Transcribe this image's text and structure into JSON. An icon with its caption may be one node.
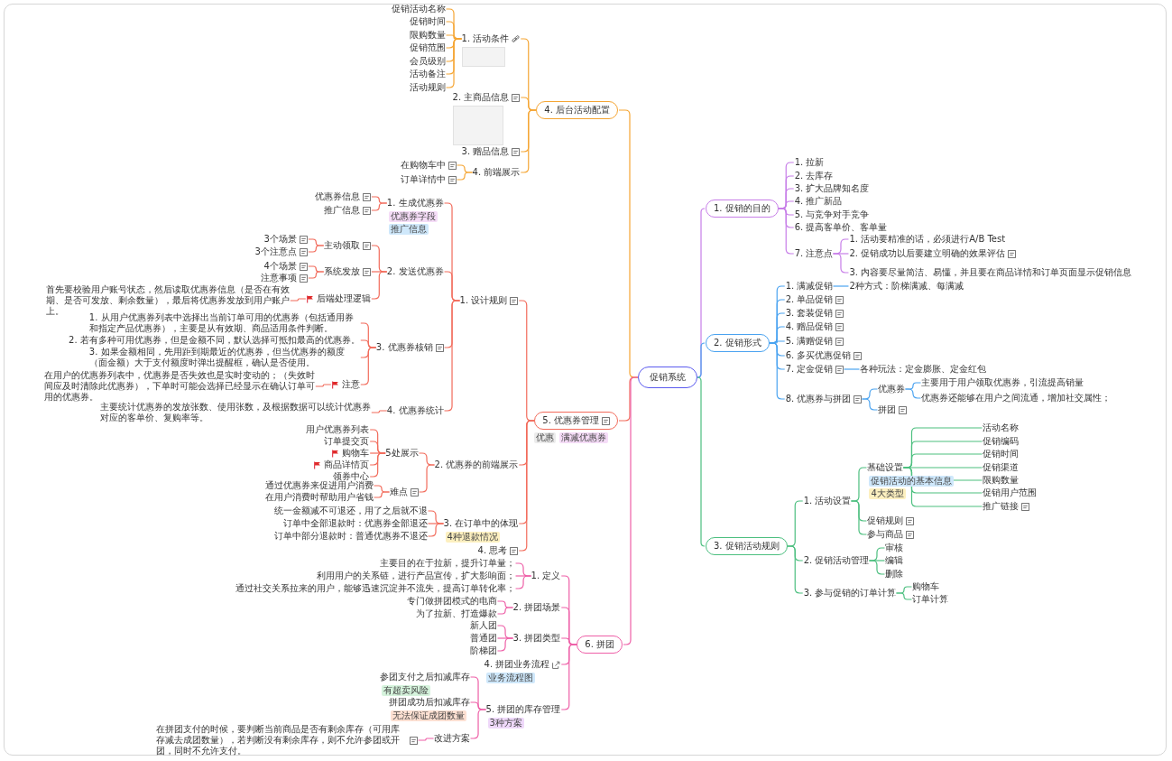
{
  "diagram": {
    "nodes": [
      {
        "text": [
          "促销系统"
        ]
      },
      {
        "text": [
          "1. 促销的目的"
        ]
      },
      {
        "text": [
          "1. 拉新"
        ]
      },
      {
        "text": [
          "2. 去库存"
        ]
      },
      {
        "text": [
          "3. 扩大品牌知名度"
        ]
      },
      {
        "text": [
          "4. 推广新品"
        ]
      },
      {
        "text": [
          "5. 与竞争对手竞争"
        ]
      },
      {
        "text": [
          "6. 提高客单价、客单量"
        ]
      },
      {
        "text": [
          "7. 注意点"
        ]
      },
      {
        "text": [
          "1. 活动要精准的话，必须进行A/B Test"
        ]
      },
      {
        "text": [
          "2. 促销成功以后要建立明确的效果评估"
        ]
      },
      {
        "text": [
          "3. 内容要尽量简洁、易懂，并且要在商品详情和订单页面显示促销信息"
        ]
      },
      {
        "text": [
          "2. 促销形式"
        ]
      },
      {
        "text": [
          "1. 满减促销"
        ]
      },
      {
        "text": [
          "2种方式：阶梯满减、每满减"
        ]
      },
      {
        "text": [
          "2. 单品促销"
        ]
      },
      {
        "text": [
          "3. 套装促销"
        ]
      },
      {
        "text": [
          "4. 赠品促销"
        ]
      },
      {
        "text": [
          "5. 满赠促销"
        ]
      },
      {
        "text": [
          "6. 多买优惠促销"
        ]
      },
      {
        "text": [
          "7. 定金促销"
        ]
      },
      {
        "text": [
          "各种玩法：定金膨胀、定金红包"
        ]
      },
      {
        "text": [
          "8. 优惠券与拼团"
        ]
      },
      {
        "text": [
          "优惠券"
        ]
      },
      {
        "text": [
          "主要用于用户领取优惠券，引流提高销量"
        ]
      },
      {
        "text": [
          "优惠券还能够在用户之间流通，增加社交属性；"
        ]
      },
      {
        "text": [
          "拼团"
        ]
      },
      {
        "text": [
          "3. 促销活动规则"
        ]
      },
      {
        "text": [
          "1. 活动设置"
        ]
      },
      {
        "text": [
          "基础设置"
        ],
        "beside": [
          "促销活动的基本信息",
          "4大类型"
        ]
      },
      {
        "text": [
          "活动名称"
        ]
      },
      {
        "text": [
          "促销编码"
        ]
      },
      {
        "text": [
          "促销时间"
        ]
      },
      {
        "text": [
          "促销渠道"
        ]
      },
      {
        "text": [
          "限购数量"
        ]
      },
      {
        "text": [
          "促销用户范围"
        ]
      },
      {
        "text": [
          "推广链接"
        ]
      },
      {
        "text": [
          "促销规则"
        ]
      },
      {
        "text": [
          "参与商品"
        ]
      },
      {
        "text": [
          "2. 促销活动管理"
        ]
      },
      {
        "text": [
          "审核"
        ]
      },
      {
        "text": [
          "编辑"
        ]
      },
      {
        "text": [
          "删除"
        ]
      },
      {
        "text": [
          "3. 参与促销的订单计算"
        ]
      },
      {
        "text": [
          "购物车"
        ]
      },
      {
        "text": [
          "订单计算"
        ]
      },
      {
        "text": [
          "4. 后台活动配置"
        ]
      },
      {
        "text": [
          "1. 活动条件"
        ]
      },
      {
        "text": [
          "促销活动名称"
        ]
      },
      {
        "text": [
          "促销时间"
        ]
      },
      {
        "text": [
          "限购数量"
        ]
      },
      {
        "text": [
          "促销范围"
        ]
      },
      {
        "text": [
          "会员级别"
        ]
      },
      {
        "text": [
          "活动备注"
        ]
      },
      {
        "text": [
          "活动规则"
        ]
      },
      {
        "text": [
          "2. 主商品信息"
        ]
      },
      {
        "text": [
          "3. 赠品信息"
        ]
      },
      {
        "text": [
          "4. 前端展示"
        ]
      },
      {
        "text": [
          "在购物车中"
        ]
      },
      {
        "text": [
          "订单详情中"
        ]
      },
      {
        "text": [
          "5. 优惠券管理"
        ],
        "beside": [
          "优惠",
          "满减优惠券"
        ]
      },
      {
        "text": [
          "1. 设计规则"
        ]
      },
      {
        "text": [
          "1. 生成优惠券"
        ],
        "beside": [
          "优惠券字段",
          "推广信息"
        ]
      },
      {
        "text": [
          "优惠券信息"
        ]
      },
      {
        "text": [
          "推广信息"
        ]
      },
      {
        "text": [
          "2. 发送优惠券"
        ]
      },
      {
        "text": [
          "主动领取"
        ]
      },
      {
        "text": [
          "3个场景"
        ]
      },
      {
        "text": [
          "3个注意点"
        ]
      },
      {
        "text": [
          "系统发放"
        ]
      },
      {
        "text": [
          "4个场景"
        ]
      },
      {
        "text": [
          "注意事项"
        ]
      },
      {
        "text": [
          "后端处理逻辑"
        ]
      },
      {
        "text": [
          "首先要校验用户账号状态，然后读取优惠券信息（是否在有效期、是否可发放、剩余数量），最后将优惠券发放到用户账户上。"
        ]
      },
      {
        "text": [
          "3. 优惠券核销"
        ]
      },
      {
        "text": [
          "1. 从用户优惠券列表中选择出当前订单可用的优惠券（包括通用券和指定产品优惠券），主要是从有效期、商品适用条件判断。"
        ]
      },
      {
        "text": [
          "2. 若有多种可用优惠券，但是金额不同，默认选择可抵扣最高的优惠券。"
        ]
      },
      {
        "text": [
          "3. 如果金额相同，先用距到期最近的优惠券，但当优惠券的额度（面金额）大于支付额度时弹出提醒框，确认是否使用。"
        ]
      },
      {
        "text": [
          "注意"
        ]
      },
      {
        "text": [
          "在用户的优惠券列表中，优惠券是否失效也是实时变动的；（失效时间应及时清除此优惠券），下单时可能会选择已经显示在确认订单可用的优惠券。"
        ]
      },
      {
        "text": [
          "4. 优惠券统计"
        ]
      },
      {
        "text": [
          "主要统计优惠券的发放张数、使用张数，及根据数据可以统计优惠券对应的客单价、复购率等。"
        ]
      },
      {
        "text": [
          "2. 优惠券的前端展示"
        ]
      },
      {
        "text": [
          "5处展示"
        ]
      },
      {
        "text": [
          "用户优惠券列表"
        ]
      },
      {
        "text": [
          "订单提交页"
        ]
      },
      {
        "text": [
          "购物车"
        ]
      },
      {
        "text": [
          "商品详情页"
        ]
      },
      {
        "text": [
          "领券中心"
        ]
      },
      {
        "text": [
          "难点"
        ]
      },
      {
        "text": [
          "通过优惠券来促进用户消费"
        ]
      },
      {
        "text": [
          "在用户消费时帮助用户省钱"
        ]
      },
      {
        "text": [
          "3. 在订单中的体现"
        ],
        "beside": [
          "4种退款情况"
        ]
      },
      {
        "text": [
          "统一金额减不可退还，用了之后就不退"
        ]
      },
      {
        "text": [
          "订单中全部退款时：优惠券全部退还"
        ]
      },
      {
        "text": [
          "订单中部分退款时：普通优惠券不退还"
        ]
      },
      {
        "text": [
          "4. 思考"
        ]
      },
      {
        "text": [
          "6. 拼团"
        ]
      },
      {
        "text": [
          "1. 定义"
        ]
      },
      {
        "text": [
          "主要目的在于拉新，提升订单量；"
        ]
      },
      {
        "text": [
          "利用用户的关系链，进行产品宣传，扩大影响面；"
        ]
      },
      {
        "text": [
          "通过社交关系拉来的用户，能够迅速沉淀并不流失，提高订单转化率；"
        ]
      },
      {
        "text": [
          "2. 拼团场景"
        ]
      },
      {
        "text": [
          "专门做拼团模式的电商"
        ]
      },
      {
        "text": [
          "为了拉新、打造爆款"
        ]
      },
      {
        "text": [
          "3. 拼团类型"
        ]
      },
      {
        "text": [
          "新人团"
        ]
      },
      {
        "text": [
          "普通团"
        ]
      },
      {
        "text": [
          "阶梯团"
        ]
      },
      {
        "text": [
          "4. 拼团业务流程"
        ],
        "beside": [
          "业务流程图"
        ]
      },
      {
        "text": [
          "5. 拼团的库存管理"
        ],
        "beside": [
          "3种方案"
        ]
      },
      {
        "text": [
          "参团支付之后扣减库存"
        ],
        "beside": [
          "有超卖风险"
        ]
      },
      {
        "text": [
          "拼团成功后扣减库存"
        ],
        "beside": [
          "无法保证成团数量"
        ]
      },
      {
        "text": [
          "改进方案"
        ]
      },
      {
        "text": [
          "在拼团支付的时候，要判断当前商品是否有剩余库存（可用库存减去成团数量），若判断没有剩余库存，则不允许参团或开团，同时不允许支付。"
        ]
      }
    ],
    "edges": [
      {
        "from": 0,
        "to": 1,
        "arrow": "none",
        "color": "#c77ee8"
      },
      {
        "from": 0,
        "to": 12,
        "arrow": "none",
        "color": "#4aa3f0"
      },
      {
        "from": 0,
        "to": 27,
        "arrow": "none",
        "color": "#4cbf7f"
      },
      {
        "from": 0,
        "to": 46,
        "arrow": "none",
        "color": "#f5a533"
      },
      {
        "from": 0,
        "to": 60,
        "arrow": "none"
      },
      {
        "from": 0,
        "to": 97,
        "arrow": "none",
        "color": "#ee5fa7"
      },
      {
        "from": 1,
        "to": 2,
        "arrow": "none",
        "color": "#c77ee8"
      },
      {
        "from": 1,
        "to": 3,
        "arrow": "none",
        "color": "#c77ee8"
      },
      {
        "from": 1,
        "to": 4,
        "arrow": "none",
        "color": "#c77ee8"
      },
      {
        "from": 1,
        "to": 5,
        "arrow": "none",
        "color": "#c77ee8"
      },
      {
        "from": 1,
        "to": 6,
        "arrow": "none",
        "color": "#c77ee8"
      },
      {
        "from": 1,
        "to": 7,
        "arrow": "none",
        "color": "#c77ee8"
      },
      {
        "from": 1,
        "to": 8,
        "arrow": "none",
        "color": "#c77ee8"
      },
      {
        "from": 8,
        "to": 9,
        "arrow": "none",
        "color": "#c77ee8"
      },
      {
        "from": 8,
        "to": 10,
        "arrow": "none",
        "color": "#c77ee8"
      },
      {
        "from": 8,
        "to": 11,
        "arrow": "none",
        "color": "#c77ee8"
      },
      {
        "from": 12,
        "to": 13,
        "arrow": "none",
        "color": "#4aa3f0"
      },
      {
        "from": 13,
        "to": 14,
        "arrow": "none",
        "color": "#4aa3f0"
      },
      {
        "from": 12,
        "to": 15,
        "arrow": "none",
        "color": "#4aa3f0"
      },
      {
        "from": 12,
        "to": 16,
        "arrow": "none",
        "color": "#4aa3f0"
      },
      {
        "from": 12,
        "to": 17,
        "arrow": "none",
        "color": "#4aa3f0"
      },
      {
        "from": 12,
        "to": 18,
        "arrow": "none",
        "color": "#4aa3f0"
      },
      {
        "from": 12,
        "to": 19,
        "arrow": "none",
        "color": "#4aa3f0"
      },
      {
        "from": 12,
        "to": 20,
        "arrow": "none",
        "color": "#4aa3f0"
      },
      {
        "from": 20,
        "to": 21,
        "arrow": "none",
        "color": "#4aa3f0"
      },
      {
        "from": 12,
        "to": 22,
        "arrow": "none",
        "color": "#4aa3f0"
      },
      {
        "from": 22,
        "to": 23,
        "arrow": "none",
        "color": "#4aa3f0"
      },
      {
        "from": 23,
        "to": 24,
        "arrow": "none",
        "color": "#4aa3f0"
      },
      {
        "from": 23,
        "to": 25,
        "arrow": "none",
        "color": "#4aa3f0"
      },
      {
        "from": 22,
        "to": 26,
        "arrow": "none",
        "color": "#4aa3f0"
      },
      {
        "from": 27,
        "to": 28,
        "arrow": "none",
        "color": "#4cbf7f"
      },
      {
        "from": 28,
        "to": 29,
        "arrow": "none",
        "color": "#4cbf7f"
      },
      {
        "from": 29,
        "to": 30,
        "arrow": "none",
        "color": "#4cbf7f"
      },
      {
        "from": 29,
        "to": 31,
        "arrow": "none",
        "color": "#4cbf7f"
      },
      {
        "from": 29,
        "to": 32,
        "arrow": "none",
        "color": "#4cbf7f"
      },
      {
        "from": 29,
        "to": 33,
        "arrow": "none",
        "color": "#4cbf7f"
      },
      {
        "from": 29,
        "to": 34,
        "arrow": "none",
        "color": "#4cbf7f"
      },
      {
        "from": 29,
        "to": 35,
        "arrow": "none",
        "color": "#4cbf7f"
      },
      {
        "from": 29,
        "to": 36,
        "arrow": "none",
        "color": "#4cbf7f"
      },
      {
        "from": 28,
        "to": 37,
        "arrow": "none",
        "color": "#4cbf7f"
      },
      {
        "from": 28,
        "to": 38,
        "arrow": "none",
        "color": "#4cbf7f"
      },
      {
        "from": 27,
        "to": 39,
        "arrow": "none",
        "color": "#4cbf7f"
      },
      {
        "from": 39,
        "to": 40,
        "arrow": "none",
        "color": "#4cbf7f"
      },
      {
        "from": 39,
        "to": 41,
        "arrow": "none",
        "color": "#4cbf7f"
      },
      {
        "from": 39,
        "to": 42,
        "arrow": "none",
        "color": "#4cbf7f"
      },
      {
        "from": 27,
        "to": 43,
        "arrow": "none",
        "color": "#4cbf7f"
      },
      {
        "from": 43,
        "to": 44,
        "arrow": "none",
        "color": "#4cbf7f"
      },
      {
        "from": 43,
        "to": 45,
        "arrow": "none",
        "color": "#4cbf7f"
      },
      {
        "from": 46,
        "to": 47,
        "arrow": "none",
        "color": "#f5a533"
      },
      {
        "from": 47,
        "to": 48,
        "arrow": "none",
        "color": "#f5a533"
      },
      {
        "from": 47,
        "to": 49,
        "arrow": "none",
        "color": "#f5a533"
      },
      {
        "from": 47,
        "to": 50,
        "arrow": "none",
        "color": "#f5a533"
      },
      {
        "from": 47,
        "to": 51,
        "arrow": "none",
        "color": "#f5a533"
      },
      {
        "from": 47,
        "to": 52,
        "arrow": "none",
        "color": "#f5a533"
      },
      {
        "from": 47,
        "to": 53,
        "arrow": "none",
        "color": "#f5a533"
      },
      {
        "from": 47,
        "to": 54,
        "arrow": "none",
        "color": "#f5a533"
      },
      {
        "from": 46,
        "to": 55,
        "arrow": "none",
        "color": "#f5a533"
      },
      {
        "from": 46,
        "to": 56,
        "arrow": "none",
        "color": "#f5a533"
      },
      {
        "from": 46,
        "to": 57,
        "arrow": "none",
        "color": "#f5a533"
      },
      {
        "from": 57,
        "to": 58,
        "arrow": "none",
        "color": "#f5a533"
      },
      {
        "from": 57,
        "to": 59,
        "arrow": "none",
        "color": "#f5a533"
      },
      {
        "from": 60,
        "to": 61,
        "arrow": "none"
      },
      {
        "from": 61,
        "to": 62,
        "arrow": "none"
      },
      {
        "from": 62,
        "to": 63,
        "arrow": "none"
      },
      {
        "from": 62,
        "to": 64,
        "arrow": "none"
      },
      {
        "from": 61,
        "to": 65,
        "arrow": "none"
      },
      {
        "from": 65,
        "to": 66,
        "arrow": "none"
      },
      {
        "from": 66,
        "to": 67,
        "arrow": "none"
      },
      {
        "from": 66,
        "to": 68,
        "arrow": "none"
      },
      {
        "from": 65,
        "to": 69,
        "arrow": "none"
      },
      {
        "from": 69,
        "to": 70,
        "arrow": "none"
      },
      {
        "from": 69,
        "to": 71,
        "arrow": "none"
      },
      {
        "from": 65,
        "to": 72,
        "arrow": "none"
      },
      {
        "from": 72,
        "to": 73,
        "arrow": "none"
      },
      {
        "from": 61,
        "to": 74,
        "arrow": "none"
      },
      {
        "from": 74,
        "to": 75,
        "arrow": "none"
      },
      {
        "from": 74,
        "to": 76,
        "arrow": "none"
      },
      {
        "from": 74,
        "to": 77,
        "arrow": "none"
      },
      {
        "from": 74,
        "to": 78,
        "arrow": "none"
      },
      {
        "from": 78,
        "to": 79,
        "arrow": "none"
      },
      {
        "from": 61,
        "to": 80,
        "arrow": "none"
      },
      {
        "from": 80,
        "to": 81,
        "arrow": "none"
      },
      {
        "from": 60,
        "to": 82,
        "arrow": "none"
      },
      {
        "from": 82,
        "to": 83,
        "arrow": "none"
      },
      {
        "from": 83,
        "to": 84,
        "arrow": "none"
      },
      {
        "from": 83,
        "to": 85,
        "arrow": "none"
      },
      {
        "from": 83,
        "to": 86,
        "arrow": "none"
      },
      {
        "from": 83,
        "to": 87,
        "arrow": "none"
      },
      {
        "from": 83,
        "to": 88,
        "arrow": "none"
      },
      {
        "from": 82,
        "to": 89,
        "arrow": "none"
      },
      {
        "from": 89,
        "to": 90,
        "arrow": "none"
      },
      {
        "from": 89,
        "to": 91,
        "arrow": "none"
      },
      {
        "from": 60,
        "to": 92,
        "arrow": "none"
      },
      {
        "from": 92,
        "to": 93,
        "arrow": "none"
      },
      {
        "from": 92,
        "to": 94,
        "arrow": "none"
      },
      {
        "from": 92,
        "to": 95,
        "arrow": "none"
      },
      {
        "from": 60,
        "to": 96,
        "arrow": "none"
      },
      {
        "from": 97,
        "to": 98,
        "arrow": "none",
        "color": "#ee5fa7"
      },
      {
        "from": 98,
        "to": 99,
        "arrow": "none",
        "color": "#ee5fa7"
      },
      {
        "from": 98,
        "to": 100,
        "arrow": "none",
        "color": "#ee5fa7"
      },
      {
        "from": 98,
        "to": 101,
        "arrow": "none",
        "color": "#ee5fa7"
      },
      {
        "from": 97,
        "to": 102,
        "arrow": "none",
        "color": "#ee5fa7"
      },
      {
        "from": 102,
        "to": 103,
        "arrow": "none",
        "color": "#ee5fa7"
      },
      {
        "from": 102,
        "to": 104,
        "arrow": "none",
        "color": "#ee5fa7"
      },
      {
        "from": 97,
        "to": 105,
        "arrow": "none",
        "color": "#ee5fa7"
      },
      {
        "from": 105,
        "to": 106,
        "arrow": "none",
        "color": "#ee5fa7"
      },
      {
        "from": 105,
        "to": 107,
        "arrow": "none",
        "color": "#ee5fa7"
      },
      {
        "from": 105,
        "to": 108,
        "arrow": "none",
        "color": "#ee5fa7"
      },
      {
        "from": 97,
        "to": 109,
        "arrow": "none",
        "color": "#ee5fa7"
      },
      {
        "from": 97,
        "to": 110,
        "arrow": "none",
        "color": "#ee5fa7"
      },
      {
        "from": 110,
        "to": 111,
        "arrow": "none",
        "color": "#ee5fa7"
      },
      {
        "from": 110,
        "to": 112,
        "arrow": "none",
        "color": "#ee5fa7"
      },
      {
        "from": 110,
        "to": 113,
        "arrow": "none",
        "color": "#ee5fa7"
      },
      {
        "from": 113,
        "to": 114,
        "arrow": "none",
        "color": "#ee5fa7"
      }
    ]
  }
}
